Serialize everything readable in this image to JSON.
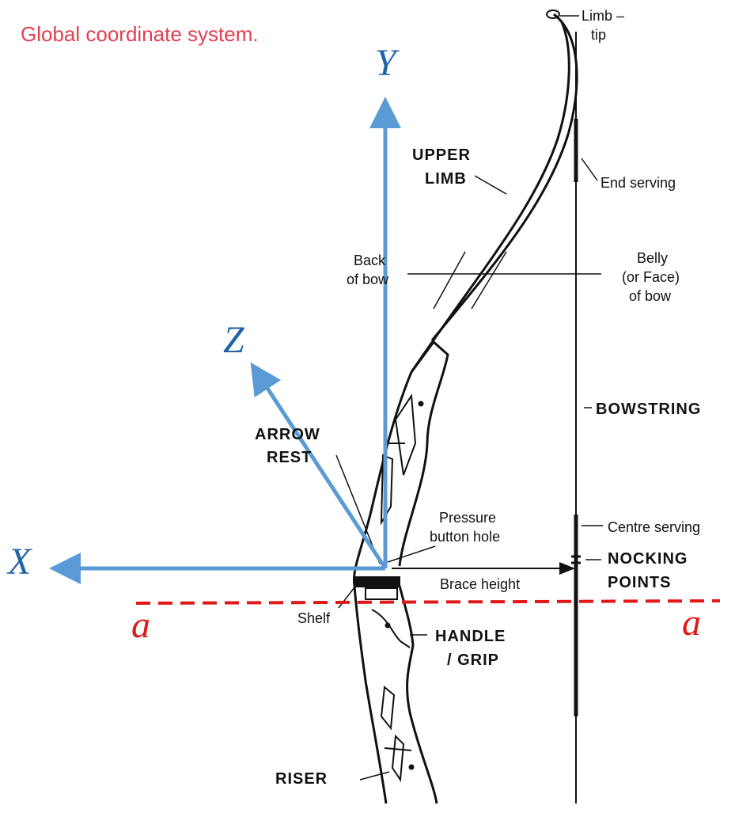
{
  "title": "Global coordinate system.",
  "axes": {
    "x": "X",
    "y": "Y",
    "z": "Z"
  },
  "section_marker": "a",
  "labels": {
    "limb_tip_1": "Limb –",
    "limb_tip_2": "tip",
    "end_serving": "End serving",
    "upper_limb_1": "UPPER",
    "upper_limb_2": "LIMB",
    "back_1": "Back",
    "back_2": "of bow",
    "belly_1": "Belly",
    "belly_2": "(or Face)",
    "belly_3": "of bow",
    "bowstring": "BOWSTRING",
    "arrow_rest_1": "ARROW",
    "arrow_rest_2": "REST",
    "pressure_1": "Pressure",
    "pressure_2": "button hole",
    "centre_serving": "Centre serving",
    "nocking_1": "NOCKING",
    "nocking_2": "POINTS",
    "brace_height": "Brace height",
    "shelf": "Shelf",
    "handle_1": "HANDLE",
    "handle_2": "/ GRIP",
    "riser": "RISER"
  },
  "colors": {
    "axis": "#5b9bd5",
    "axis_label": "#1f63a8",
    "section_line": "#e01818",
    "title": "#e04050"
  }
}
